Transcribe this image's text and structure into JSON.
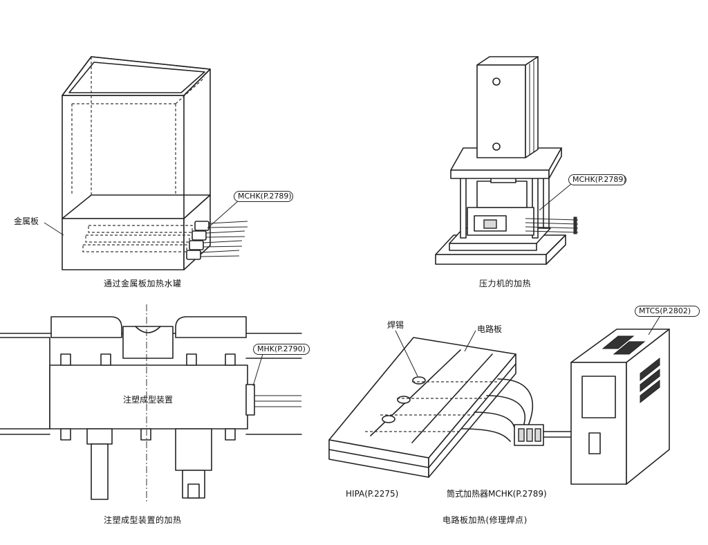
{
  "panels": {
    "top_left": {
      "part_label": "MCHK(P.2789)",
      "material_label": "金属板",
      "caption": "通过金属板加热水罐"
    },
    "top_right": {
      "part_label": "MCHK(P.2789)",
      "caption": "压力机的加热"
    },
    "bottom_left": {
      "part_label": "MHK(P.2790)",
      "device_label": "注塑成型装置",
      "caption": "注塑成型装置的加热"
    },
    "bottom_right": {
      "solder_label": "焊锡",
      "board_label": "电路板",
      "controller_label": "MTCS(P.2802)",
      "plate_label": "HIPA(P.2275)",
      "heater_label": "筒式加热器MCHK(P.2789)",
      "caption": "电路板加热(修理焊点)"
    }
  }
}
